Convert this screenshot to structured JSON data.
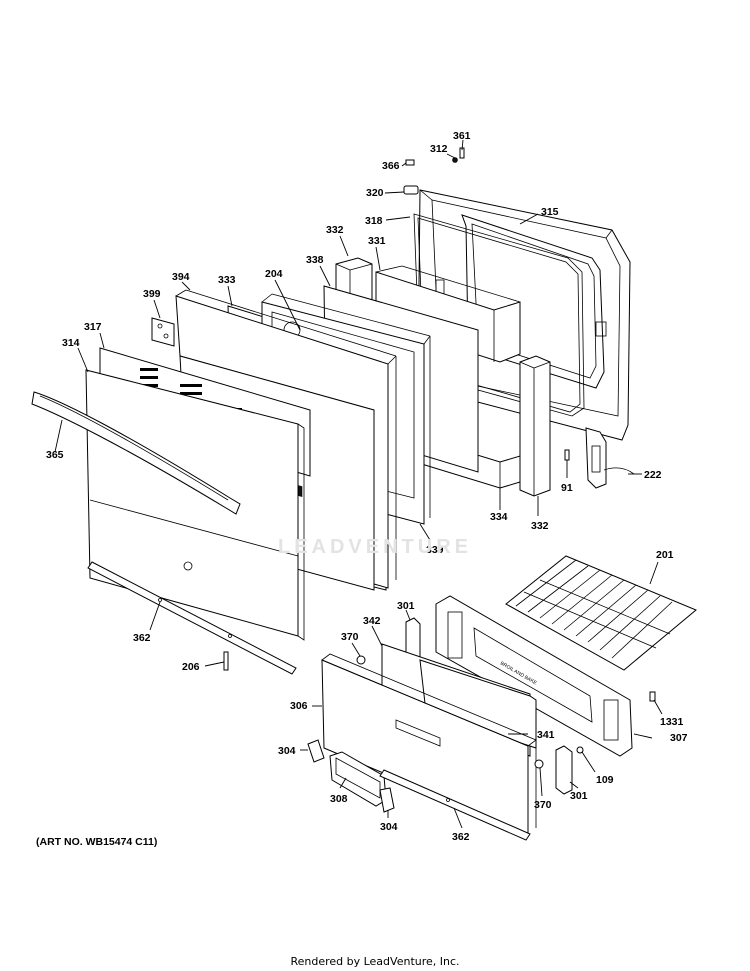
{
  "diagram": {
    "art_number": "(ART NO. WB15474 C11)",
    "footer": "Rendered by LeadVenture, Inc.",
    "watermark": "LEADVENTURE",
    "callouts": {
      "c361": "361",
      "c312": "312",
      "c366": "366",
      "c320": "320",
      "c315": "315",
      "c318": "318",
      "c332a": "332",
      "c331": "331",
      "c338": "338",
      "c204": "204",
      "c394": "394",
      "c333": "333",
      "c399": "399",
      "c317": "317",
      "c314": "314",
      "c365": "365",
      "c222": "222",
      "c91": "91",
      "c334": "334",
      "c332b": "332",
      "c339": "339",
      "c201": "201",
      "c362a": "362",
      "c206": "206",
      "c301a": "301",
      "c342": "342",
      "c370a": "370",
      "c306": "306",
      "c341": "341",
      "c307": "307",
      "c1331": "1331",
      "c304a": "304",
      "c308": "308",
      "c304b": "304",
      "c370b": "370",
      "c301b": "301",
      "c109": "109",
      "c362b": "362"
    }
  }
}
